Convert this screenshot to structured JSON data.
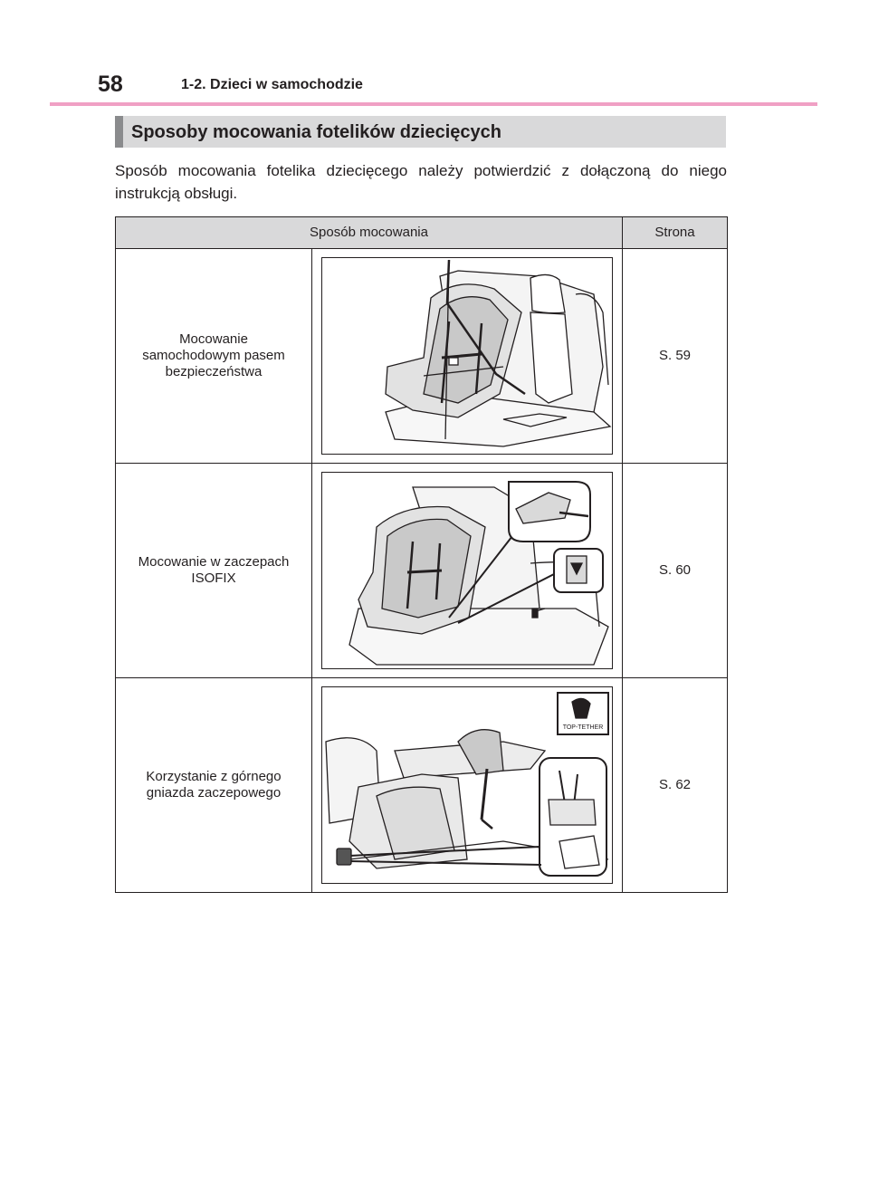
{
  "header": {
    "page_number": "58",
    "chapter": "1-2. Dzieci w samochodzie"
  },
  "section": {
    "heading": "Sposoby mocowania fotelików dziecięcych",
    "intro": "Sposób mocowania fotelika dziecięcego należy potwierdzić z dołączoną do niego instrukcją obsługi."
  },
  "table": {
    "col_method": "Sposób mocowania",
    "col_page": "Strona",
    "rows": [
      {
        "method_line1": "Mocowanie",
        "method_line2": "samochodowym pasem",
        "method_line3": "bezpieczeństwa",
        "page": "S. 59",
        "illustration": "seat-belt-child-seat"
      },
      {
        "method_line1": "Mocowanie w zaczepach",
        "method_line2": "ISOFIX",
        "page": "S. 60",
        "illustration": "isofix-child-seat"
      },
      {
        "method_line1": "Korzystanie z górnego",
        "method_line2": "gniazda zaczepowego",
        "page": "S. 62",
        "illustration": "top-tether-child-seat",
        "badge": "TOP-TETHER"
      }
    ]
  }
}
